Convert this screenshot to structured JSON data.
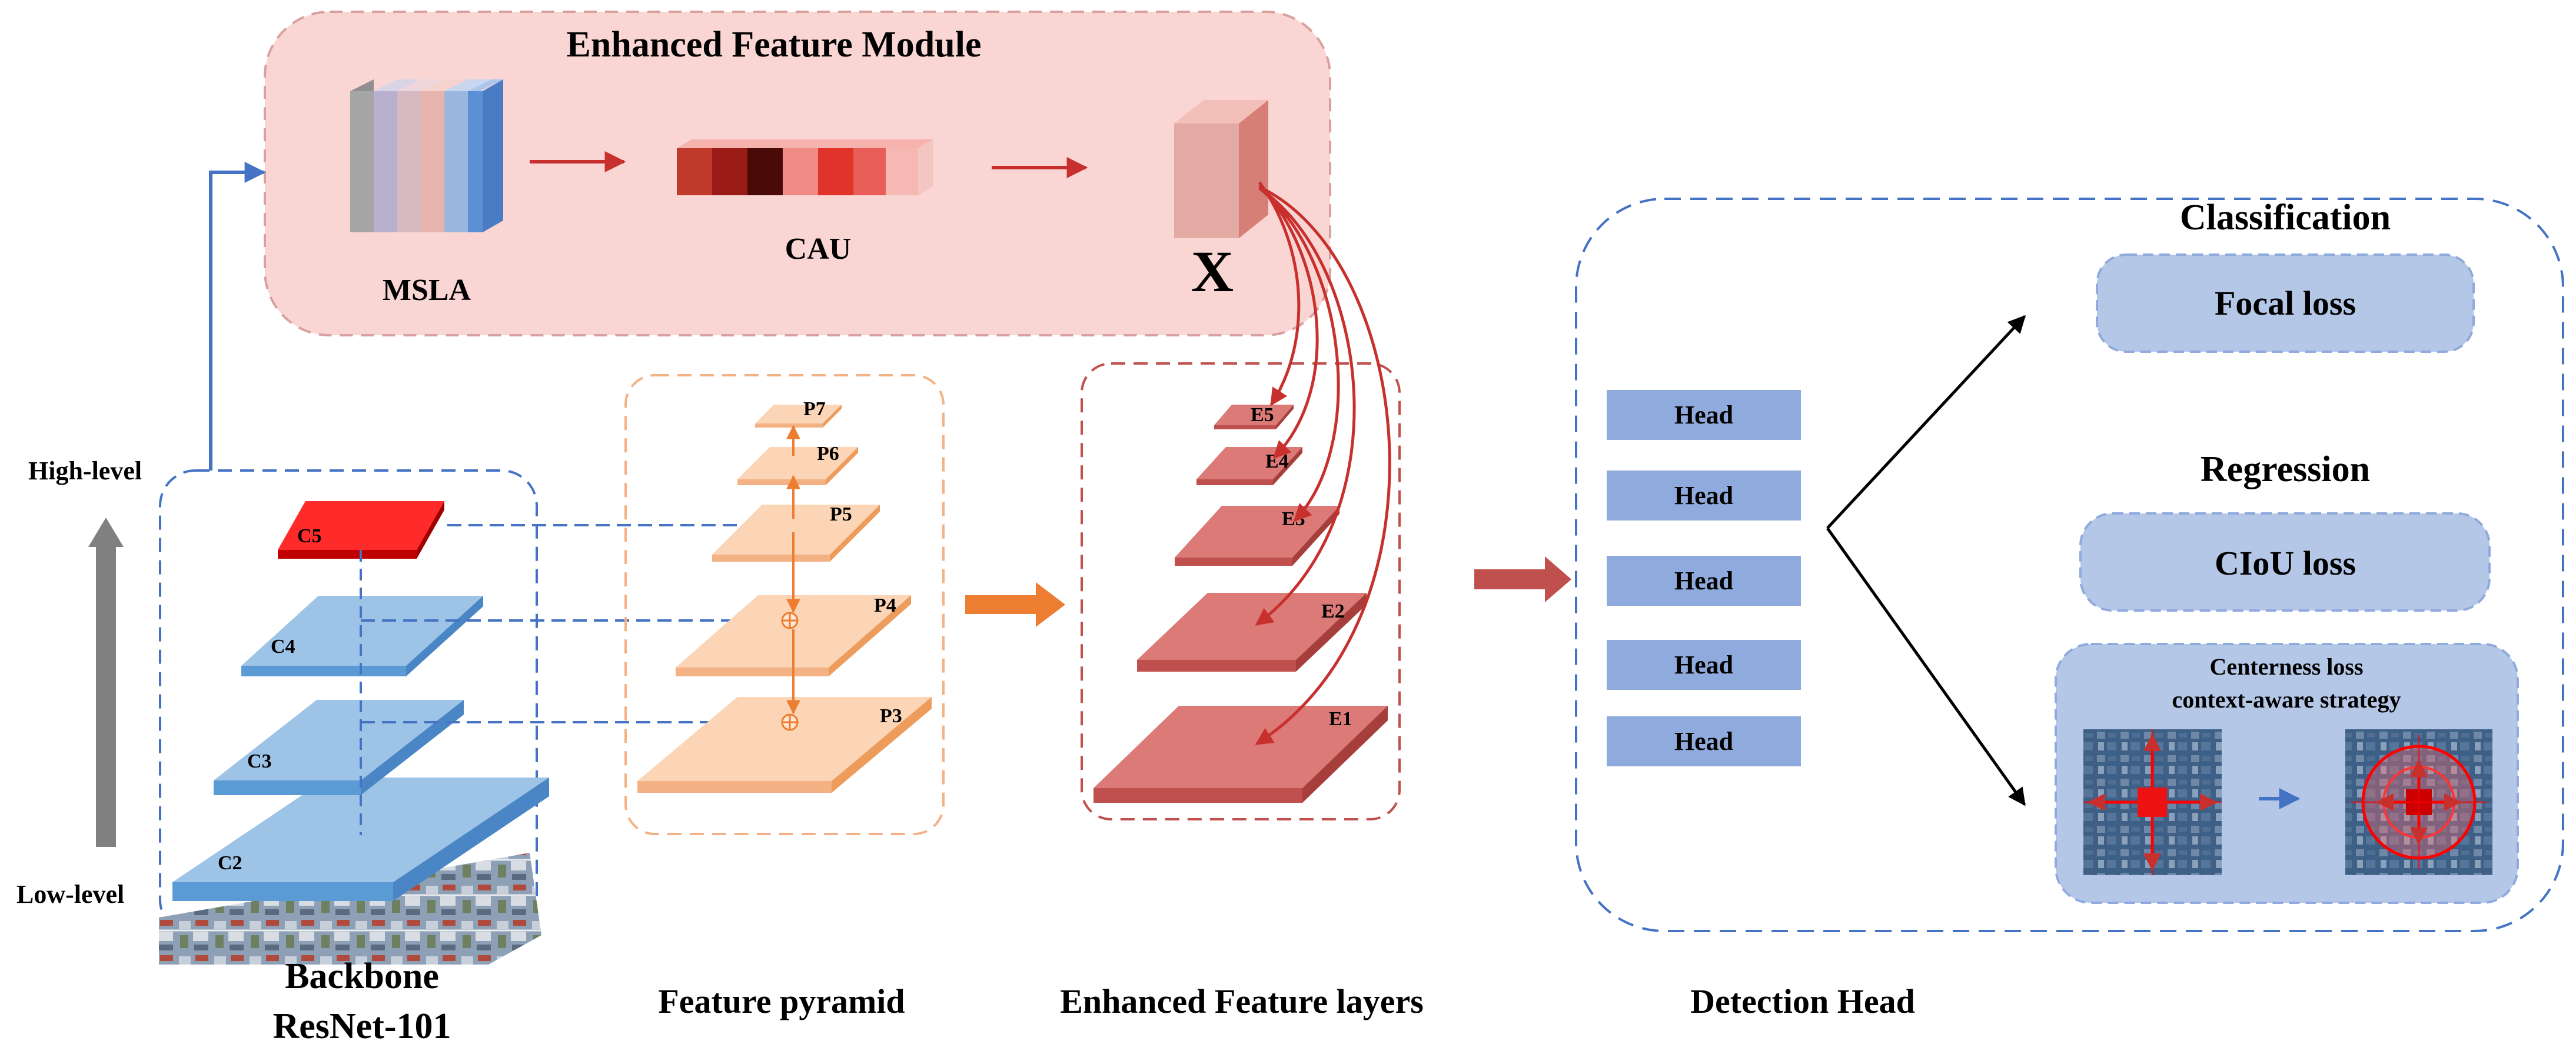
{
  "efm": {
    "title": "Enhanced Feature Module",
    "msla": "MSLA",
    "cau": "CAU",
    "x": "X"
  },
  "levels": {
    "high": "High-level",
    "low": "Low-level"
  },
  "backbone": {
    "caption_line1": "Backbone",
    "caption_line2": "ResNet-101",
    "layers": [
      "C5",
      "C4",
      "C3",
      "C2"
    ]
  },
  "pyramid": {
    "caption": "Feature pyramid",
    "layers": [
      "P7",
      "P6",
      "P5",
      "P4",
      "P3"
    ]
  },
  "enhanced": {
    "caption": "Enhanced Feature layers",
    "layers": [
      "E5",
      "E4",
      "E3",
      "E2",
      "E1"
    ]
  },
  "detection": {
    "caption": "Detection Head",
    "heads": [
      "Head",
      "Head",
      "Head",
      "Head",
      "Head"
    ],
    "classification": "Classification",
    "focal_loss": "Focal loss",
    "regression": "Regression",
    "ciou_loss": "CIoU loss",
    "centerness_line1": "Centerness loss",
    "centerness_line2": "context-aware strategy"
  }
}
